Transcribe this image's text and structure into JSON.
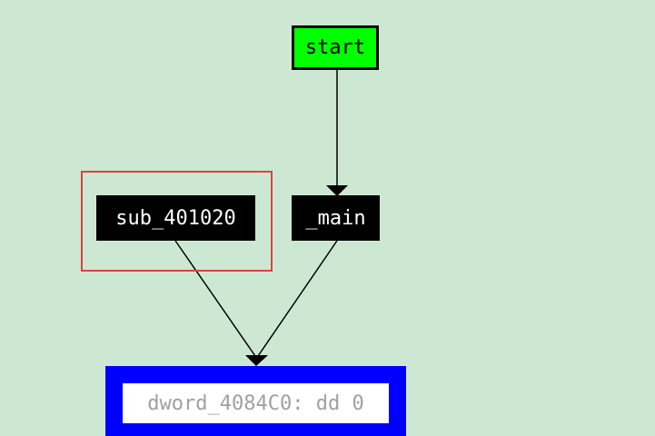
{
  "graph": {
    "nodes": {
      "start": {
        "label": "start"
      },
      "sub_401020": {
        "label": "sub_401020"
      },
      "main": {
        "label": "_main"
      },
      "dword": {
        "label": "dword_4084C0: dd 0"
      }
    },
    "edges": [
      {
        "from": "start",
        "to": "main"
      },
      {
        "from": "sub_401020",
        "to": "dword"
      },
      {
        "from": "main",
        "to": "dword"
      }
    ],
    "highlighted_node": "sub_401020"
  },
  "colors": {
    "background": "#cde8d2",
    "start_node": "#00ff00",
    "function_node": "#000000",
    "data_node_border": "#0000ff",
    "highlight": "#e04040"
  }
}
